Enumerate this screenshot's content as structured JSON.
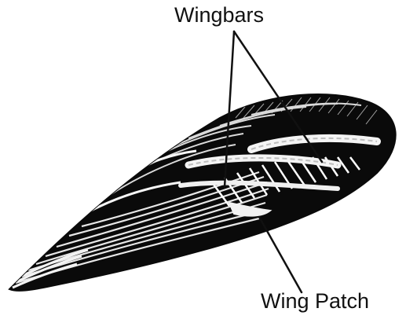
{
  "labels": {
    "wingbars": "Wingbars",
    "wing_patch": "Wing Patch"
  },
  "colors": {
    "background": "#ffffff",
    "ink": "#111111",
    "feather_dark": "#0a0a0a",
    "feather_light": "#f2f2f2"
  },
  "figure": {
    "subject": "bird-wing-illustration",
    "style": "black-and-white scratchboard"
  }
}
